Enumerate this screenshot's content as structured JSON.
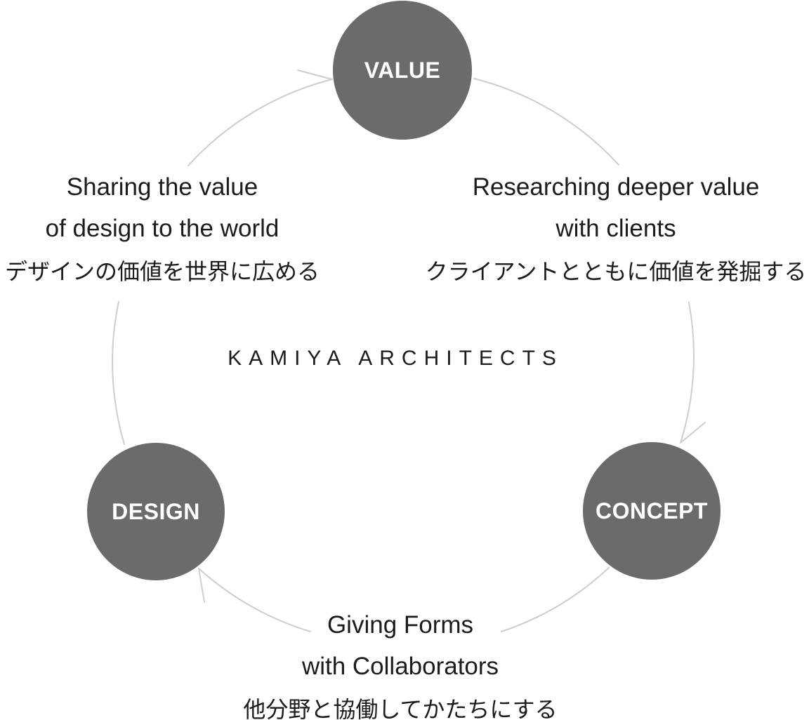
{
  "title": "KAMIYA ARCHITECTS",
  "nodes": [
    {
      "id": "value",
      "label": "VALUE"
    },
    {
      "id": "design",
      "label": "DESIGN"
    },
    {
      "id": "concept",
      "label": "CONCEPT"
    }
  ],
  "edges": [
    {
      "from": "DESIGN",
      "to": "VALUE",
      "position": "left",
      "lines": [
        "Sharing the value",
        "of design to the world",
        "デザインの価値を世界に広める"
      ]
    },
    {
      "from": "VALUE",
      "to": "CONCEPT",
      "position": "right",
      "lines": [
        "Researching deeper value",
        "with clients",
        "クライアントとともに価値を発掘する"
      ]
    },
    {
      "from": "CONCEPT",
      "to": "DESIGN",
      "position": "bottom",
      "lines": [
        "Giving Forms",
        "with Collaborators",
        "他分野と協働してかたちにする"
      ]
    }
  ],
  "colors": {
    "background": "#ffffff",
    "node_fill": "#6b6b6b",
    "node_label": "#ffffff",
    "arc": "#cdcdcd",
    "text": "#1c1c1c"
  }
}
